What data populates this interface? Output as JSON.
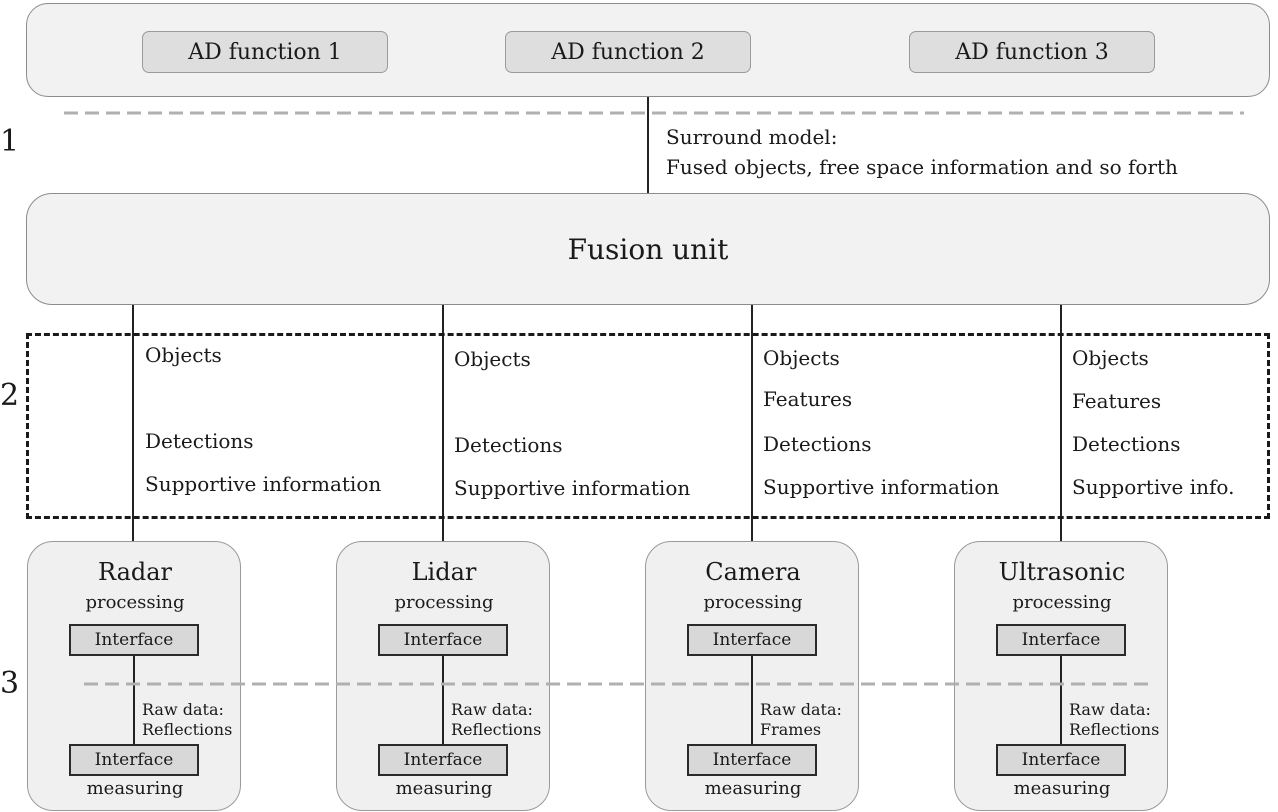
{
  "ad_functions": [
    "AD function 1",
    "AD function 2",
    "AD function 3"
  ],
  "surround_model": {
    "line1": "Surround model:",
    "line2": "Fused objects, free space information and so forth"
  },
  "fusion_unit": "Fusion unit",
  "levels": [
    "1",
    "2",
    "3"
  ],
  "interface_columns": [
    {
      "items": [
        "Objects",
        "",
        "Detections",
        "Supportive information"
      ]
    },
    {
      "items": [
        "Objects",
        "",
        "Detections",
        "Supportive information"
      ]
    },
    {
      "items": [
        "Objects",
        "Features",
        "Detections",
        "Supportive information"
      ]
    },
    {
      "items": [
        "Objects",
        "Features",
        "Detections",
        "Supportive info."
      ]
    }
  ],
  "sensors": [
    {
      "name": "Radar",
      "processing": "processing",
      "interface": "Interface",
      "raw_label": "Raw data:",
      "raw_type": "Reflections",
      "measuring": "measuring"
    },
    {
      "name": "Lidar",
      "processing": "processing",
      "interface": "Interface",
      "raw_label": "Raw data:",
      "raw_type": "Reflections",
      "measuring": "measuring"
    },
    {
      "name": "Camera",
      "processing": "processing",
      "interface": "Interface",
      "raw_label": "Raw data:",
      "raw_type": "Frames",
      "measuring": "measuring"
    },
    {
      "name": "Ultrasonic",
      "processing": "processing",
      "interface": "Interface",
      "raw_label": "Raw data:",
      "raw_type": "Reflections",
      "measuring": "measuring"
    }
  ]
}
